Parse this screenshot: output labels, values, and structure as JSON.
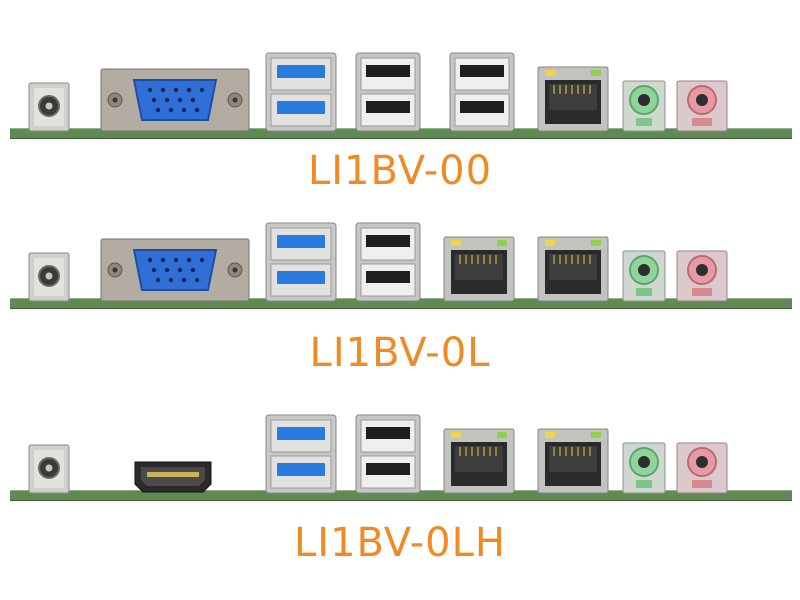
{
  "rows": [
    {
      "model": "LI1BV-00",
      "ports": [
        "dc-jack",
        "vga",
        "usb3-stack",
        "usb2-stack",
        "usb2-stack",
        "rj45",
        "audio-green",
        "audio-pink"
      ]
    },
    {
      "model": "LI1BV-0L",
      "ports": [
        "dc-jack",
        "vga",
        "usb3-stack",
        "usb2-stack",
        "rj45",
        "rj45",
        "audio-green",
        "audio-pink"
      ]
    },
    {
      "model": "LI1BV-0LH",
      "ports": [
        "dc-jack",
        "hdmi",
        "usb3-stack",
        "usb2-stack",
        "rj45",
        "rj45",
        "audio-green",
        "audio-pink"
      ]
    }
  ],
  "colors": {
    "label": "#f08a24",
    "pcb": "#5f8a55",
    "vga_blue": "#2f6fd6",
    "usb3_blue": "#2a7be0",
    "audio_green": "#8fd49a",
    "audio_pink": "#e89aa4"
  }
}
